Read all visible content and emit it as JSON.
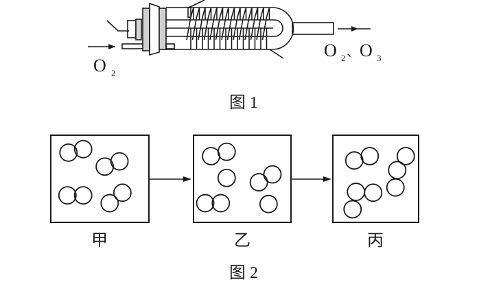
{
  "figure1": {
    "caption": "图 1",
    "input_label": "O",
    "input_sub": "2",
    "output_label_a": "O",
    "output_sub_a": "2",
    "separator": "、",
    "output_label_b": "O",
    "output_sub_b": "3"
  },
  "figure2": {
    "caption": "图 2",
    "panels": [
      {
        "label": "甲",
        "molecules": [
          {
            "type": "diatomic",
            "atoms": [
              [
                0.18,
                0.2
              ],
              [
                0.33,
                0.16
              ]
            ]
          },
          {
            "type": "diatomic",
            "atoms": [
              [
                0.55,
                0.36
              ],
              [
                0.7,
                0.3
              ]
            ]
          },
          {
            "type": "diatomic",
            "atoms": [
              [
                0.17,
                0.69
              ],
              [
                0.33,
                0.69
              ]
            ]
          },
          {
            "type": "diatomic",
            "atoms": [
              [
                0.6,
                0.78
              ],
              [
                0.73,
                0.66
              ]
            ]
          }
        ]
      },
      {
        "label": "乙",
        "molecules": [
          {
            "type": "diatomic",
            "atoms": [
              [
                0.18,
                0.24
              ],
              [
                0.34,
                0.19
              ]
            ]
          },
          {
            "type": "single",
            "atoms": [
              [
                0.34,
                0.49
              ]
            ]
          },
          {
            "type": "diatomic",
            "atoms": [
              [
                0.67,
                0.54
              ],
              [
                0.81,
                0.45
              ]
            ]
          },
          {
            "type": "diatomic",
            "atoms": [
              [
                0.12,
                0.78
              ],
              [
                0.28,
                0.78
              ]
            ]
          },
          {
            "type": "single",
            "atoms": [
              [
                0.77,
                0.79
              ]
            ]
          }
        ]
      },
      {
        "label": "丙",
        "molecules": [
          {
            "type": "diatomic",
            "atoms": [
              [
                0.25,
                0.29
              ],
              [
                0.43,
                0.24
              ]
            ]
          },
          {
            "type": "triatomic",
            "atoms": [
              [
                0.73,
                0.6
              ],
              [
                0.75,
                0.4
              ],
              [
                0.85,
                0.24
              ]
            ]
          },
          {
            "type": "triatomic",
            "atoms": [
              [
                0.23,
                0.85
              ],
              [
                0.27,
                0.65
              ],
              [
                0.47,
                0.66
              ]
            ]
          }
        ]
      }
    ]
  }
}
